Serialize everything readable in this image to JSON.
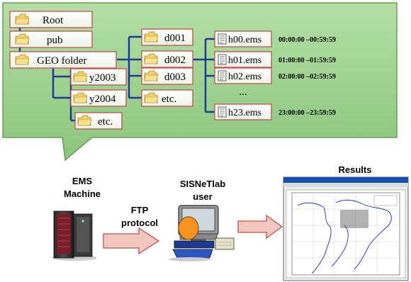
{
  "tree": {
    "root": "Root",
    "pub": "pub",
    "geo_folder": "GEO folder",
    "years": [
      "y2003",
      "y2004",
      "etc."
    ],
    "days": [
      "d001",
      "d002",
      "d003",
      "etc."
    ],
    "files": [
      "h00.ems",
      "h01.ems",
      "h02.ems",
      "h23.ems"
    ],
    "ellipsis": "...",
    "times": [
      "00:00:00 –00:59:59",
      "01:00:00 –01:59:59",
      "02:00:00 –02:59:59",
      "23:00:00 –23:59:59"
    ]
  },
  "bottom": {
    "ems_line1": "EMS",
    "ems_line2": "Machine",
    "ftp_line1": "FTP",
    "ftp_line2": "protocol",
    "user_line1": "SISNeTlab",
    "user_line2": "user",
    "results": "Results"
  },
  "colors": {
    "callout_fill": "#9ad08c",
    "callout_stroke": "#5d8a52",
    "box_stroke": "#c0504d",
    "tree_line": "#1f3a93",
    "folder": "#f2d36b",
    "arrow_fill": "#f4c7be",
    "arrow_stroke": "#c0504d"
  }
}
